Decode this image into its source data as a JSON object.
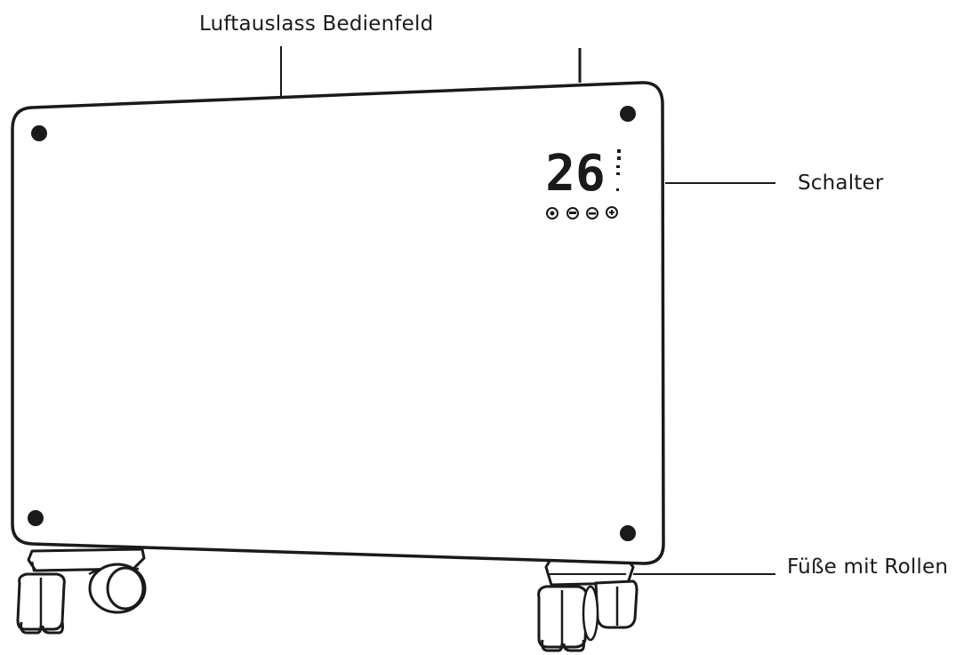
{
  "labels": {
    "top": "Luftauslass Bedienfeld",
    "right": "Schalter",
    "bottom": "Füße mit Rollen"
  },
  "display": {
    "temperature": "26"
  },
  "colors": {
    "ink": "#1a1a1a",
    "background": "#ffffff"
  },
  "icons": [
    "power-button-icon",
    "mode-button-icon",
    "minus-button-icon",
    "plus-button-icon"
  ]
}
